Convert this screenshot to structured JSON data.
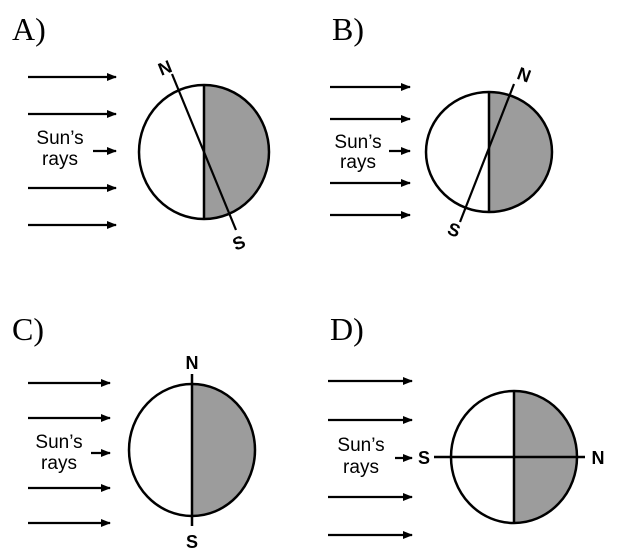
{
  "colors": {
    "night_shade": "#9c9c9c",
    "outline": "#000000"
  },
  "panels": [
    {
      "id": "A",
      "label": "A)",
      "sun_label_1": "Sun’s",
      "sun_label_2": "rays",
      "north": "N",
      "south": "S",
      "axis_orientation": "tilted, north toward the Sun"
    },
    {
      "id": "B",
      "label": "B)",
      "sun_label_1": "Sun’s",
      "sun_label_2": "rays",
      "north": "N",
      "south": "S",
      "axis_orientation": "tilted, north away from the Sun"
    },
    {
      "id": "C",
      "label": "C)",
      "sun_label_1": "Sun’s",
      "sun_label_2": "rays",
      "north": "N",
      "south": "S",
      "axis_orientation": "vertical"
    },
    {
      "id": "D",
      "label": "D)",
      "sun_label_1": "Sun’s",
      "sun_label_2": "rays",
      "north": "N",
      "south": "S",
      "axis_orientation": "horizontal, north pointing away from the Sun"
    }
  ]
}
